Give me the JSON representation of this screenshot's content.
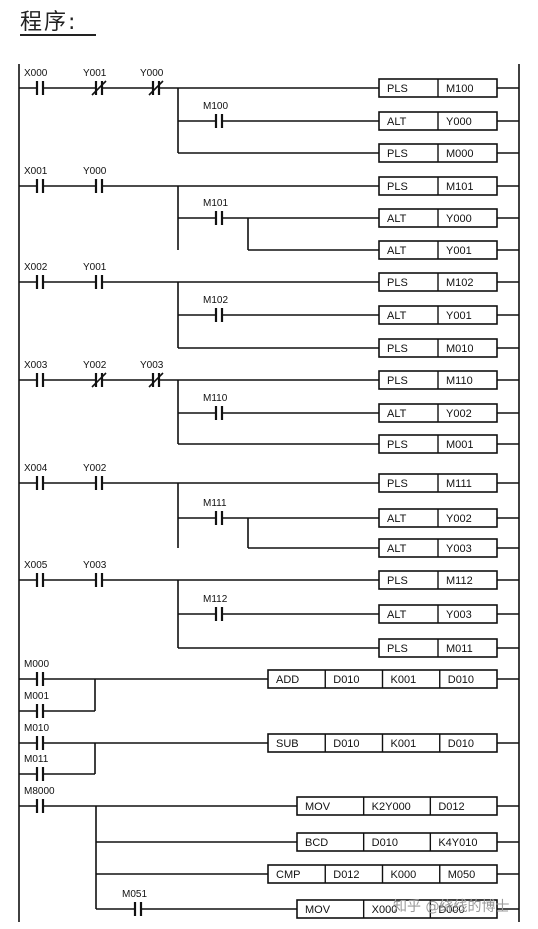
{
  "title": "程序:",
  "watermark": "知乎 @绕线的博士",
  "rungs": [
    {
      "contacts": [
        {
          "label": "X000",
          "type": "NO"
        },
        {
          "label": "Y001",
          "type": "NC"
        },
        {
          "label": "Y000",
          "type": "NC"
        }
      ],
      "outputs": [
        {
          "cmd": "PLS",
          "args": [
            "M100"
          ]
        },
        {
          "cmd": "ALT",
          "args": [
            "Y000"
          ],
          "contact": {
            "label": "M100",
            "type": "NO"
          }
        },
        {
          "cmd": "PLS",
          "args": [
            "M000"
          ]
        }
      ]
    },
    {
      "contacts": [
        {
          "label": "X001",
          "type": "NO"
        },
        {
          "label": "Y000",
          "type": "NO"
        }
      ],
      "outputs": [
        {
          "cmd": "PLS",
          "args": [
            "M101"
          ]
        },
        {
          "cmd": "ALT",
          "args": [
            "Y000"
          ],
          "contact": {
            "label": "M101",
            "type": "NO"
          }
        },
        {
          "cmd": "ALT",
          "args": [
            "Y001"
          ],
          "fromContact": true
        }
      ]
    },
    {
      "contacts": [
        {
          "label": "X002",
          "type": "NO"
        },
        {
          "label": "Y001",
          "type": "NO"
        }
      ],
      "outputs": [
        {
          "cmd": "PLS",
          "args": [
            "M102"
          ]
        },
        {
          "cmd": "ALT",
          "args": [
            "Y001"
          ],
          "contact": {
            "label": "M102",
            "type": "NO"
          }
        },
        {
          "cmd": "PLS",
          "args": [
            "M010"
          ]
        }
      ]
    },
    {
      "contacts": [
        {
          "label": "X003",
          "type": "NO"
        },
        {
          "label": "Y002",
          "type": "NC"
        },
        {
          "label": "Y003",
          "type": "NC"
        }
      ],
      "outputs": [
        {
          "cmd": "PLS",
          "args": [
            "M110"
          ]
        },
        {
          "cmd": "ALT",
          "args": [
            "Y002"
          ],
          "contact": {
            "label": "M110",
            "type": "NO"
          }
        },
        {
          "cmd": "PLS",
          "args": [
            "M001"
          ]
        }
      ]
    },
    {
      "contacts": [
        {
          "label": "X004",
          "type": "NO"
        },
        {
          "label": "Y002",
          "type": "NO"
        }
      ],
      "outputs": [
        {
          "cmd": "PLS",
          "args": [
            "M111"
          ]
        },
        {
          "cmd": "ALT",
          "args": [
            "Y002"
          ],
          "contact": {
            "label": "M111",
            "type": "NO"
          }
        },
        {
          "cmd": "ALT",
          "args": [
            "Y003"
          ],
          "fromContact": true
        }
      ]
    },
    {
      "contacts": [
        {
          "label": "X005",
          "type": "NO"
        },
        {
          "label": "Y003",
          "type": "NO"
        }
      ],
      "outputs": [
        {
          "cmd": "PLS",
          "args": [
            "M112"
          ]
        },
        {
          "cmd": "ALT",
          "args": [
            "Y003"
          ],
          "contact": {
            "label": "M112",
            "type": "NO"
          }
        },
        {
          "cmd": "PLS",
          "args": [
            "M011"
          ]
        }
      ]
    },
    {
      "contacts": [
        {
          "label": "M000",
          "type": "NO"
        }
      ],
      "parallel": [
        {
          "label": "M001",
          "type": "NO"
        }
      ],
      "outputs": [
        {
          "cmd": "ADD",
          "args": [
            "D010",
            "K001",
            "D010"
          ]
        }
      ]
    },
    {
      "contacts": [
        {
          "label": "M010",
          "type": "NO"
        }
      ],
      "parallel": [
        {
          "label": "M011",
          "type": "NO"
        }
      ],
      "outputs": [
        {
          "cmd": "SUB",
          "args": [
            "D010",
            "K001",
            "D010"
          ]
        }
      ]
    },
    {
      "contacts": [
        {
          "label": "M8000",
          "type": "NO"
        }
      ],
      "outputs": [
        {
          "cmd": "MOV",
          "args": [
            "K2Y000",
            "D012"
          ]
        },
        {
          "cmd": "BCD",
          "args": [
            "D010",
            "K4Y010"
          ]
        },
        {
          "cmd": "CMP",
          "args": [
            "D012",
            "K000",
            "M050"
          ]
        },
        {
          "cmd": "MOV",
          "args": [
            "X000",
            "D000"
          ],
          "contact": {
            "label": "M051",
            "type": "NO"
          }
        }
      ]
    }
  ]
}
